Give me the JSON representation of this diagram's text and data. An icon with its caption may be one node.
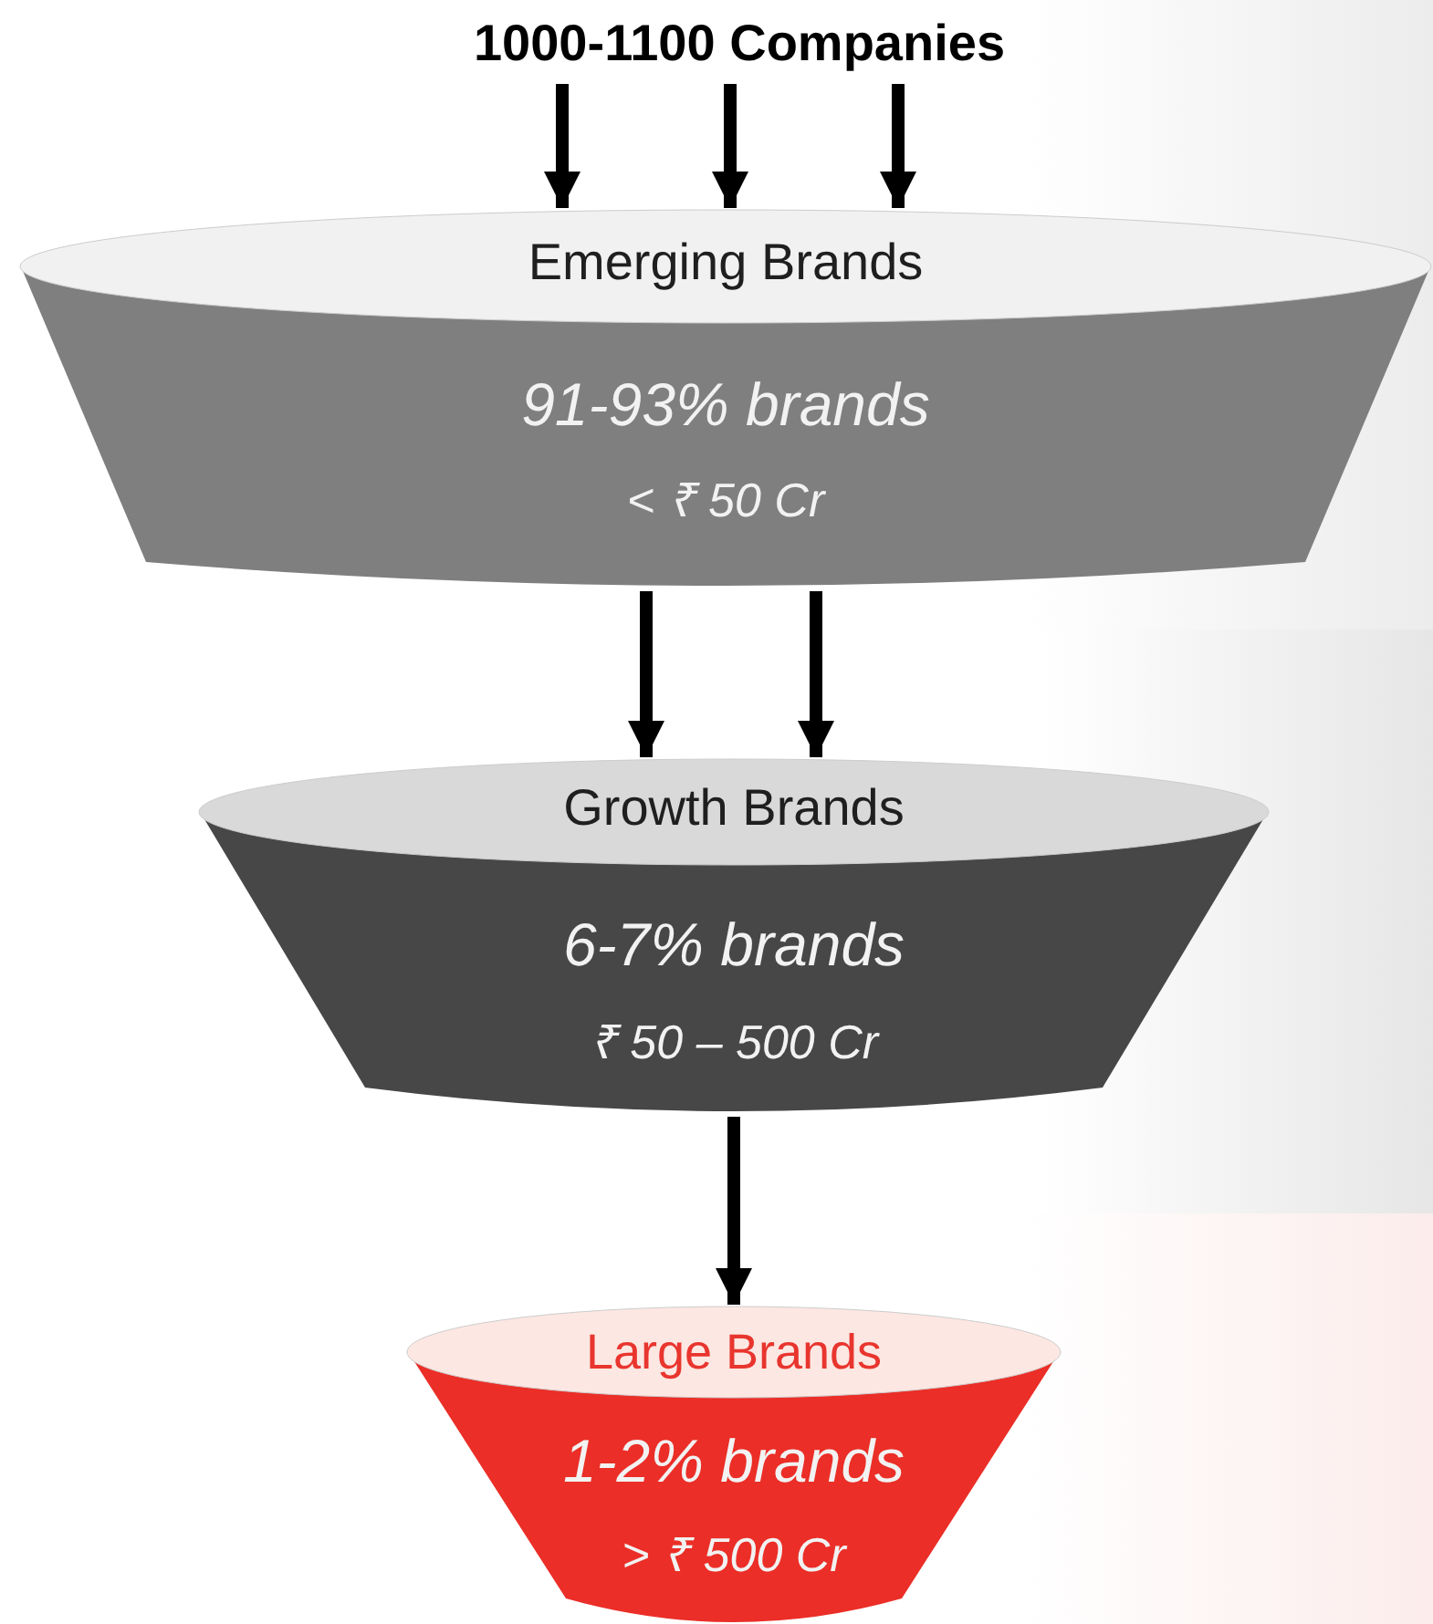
{
  "diagram": {
    "nodes": [
      {
        "text": [
          "1000-1100 Companies"
        ]
      },
      {
        "text": [
          "Emerging Brands",
          "91-93% brands",
          "< ₹ 50 Cr"
        ]
      },
      {
        "text": [
          "Growth Brands",
          "6-7% brands",
          "₹ 50 – 500 Cr"
        ]
      },
      {
        "text": [
          "Large Brands",
          "1-2% brands",
          "> ₹ 500 Cr"
        ]
      }
    ],
    "edges": [
      {
        "from": 0,
        "to": 1,
        "arrow": "to"
      },
      {
        "from": 0,
        "to": 1,
        "arrow": "to"
      },
      {
        "from": 0,
        "to": 1,
        "arrow": "to"
      },
      {
        "from": 1,
        "to": 2,
        "arrow": "to"
      },
      {
        "from": 1,
        "to": 2,
        "arrow": "to"
      },
      {
        "from": 2,
        "to": 3,
        "arrow": "to"
      }
    ]
  }
}
